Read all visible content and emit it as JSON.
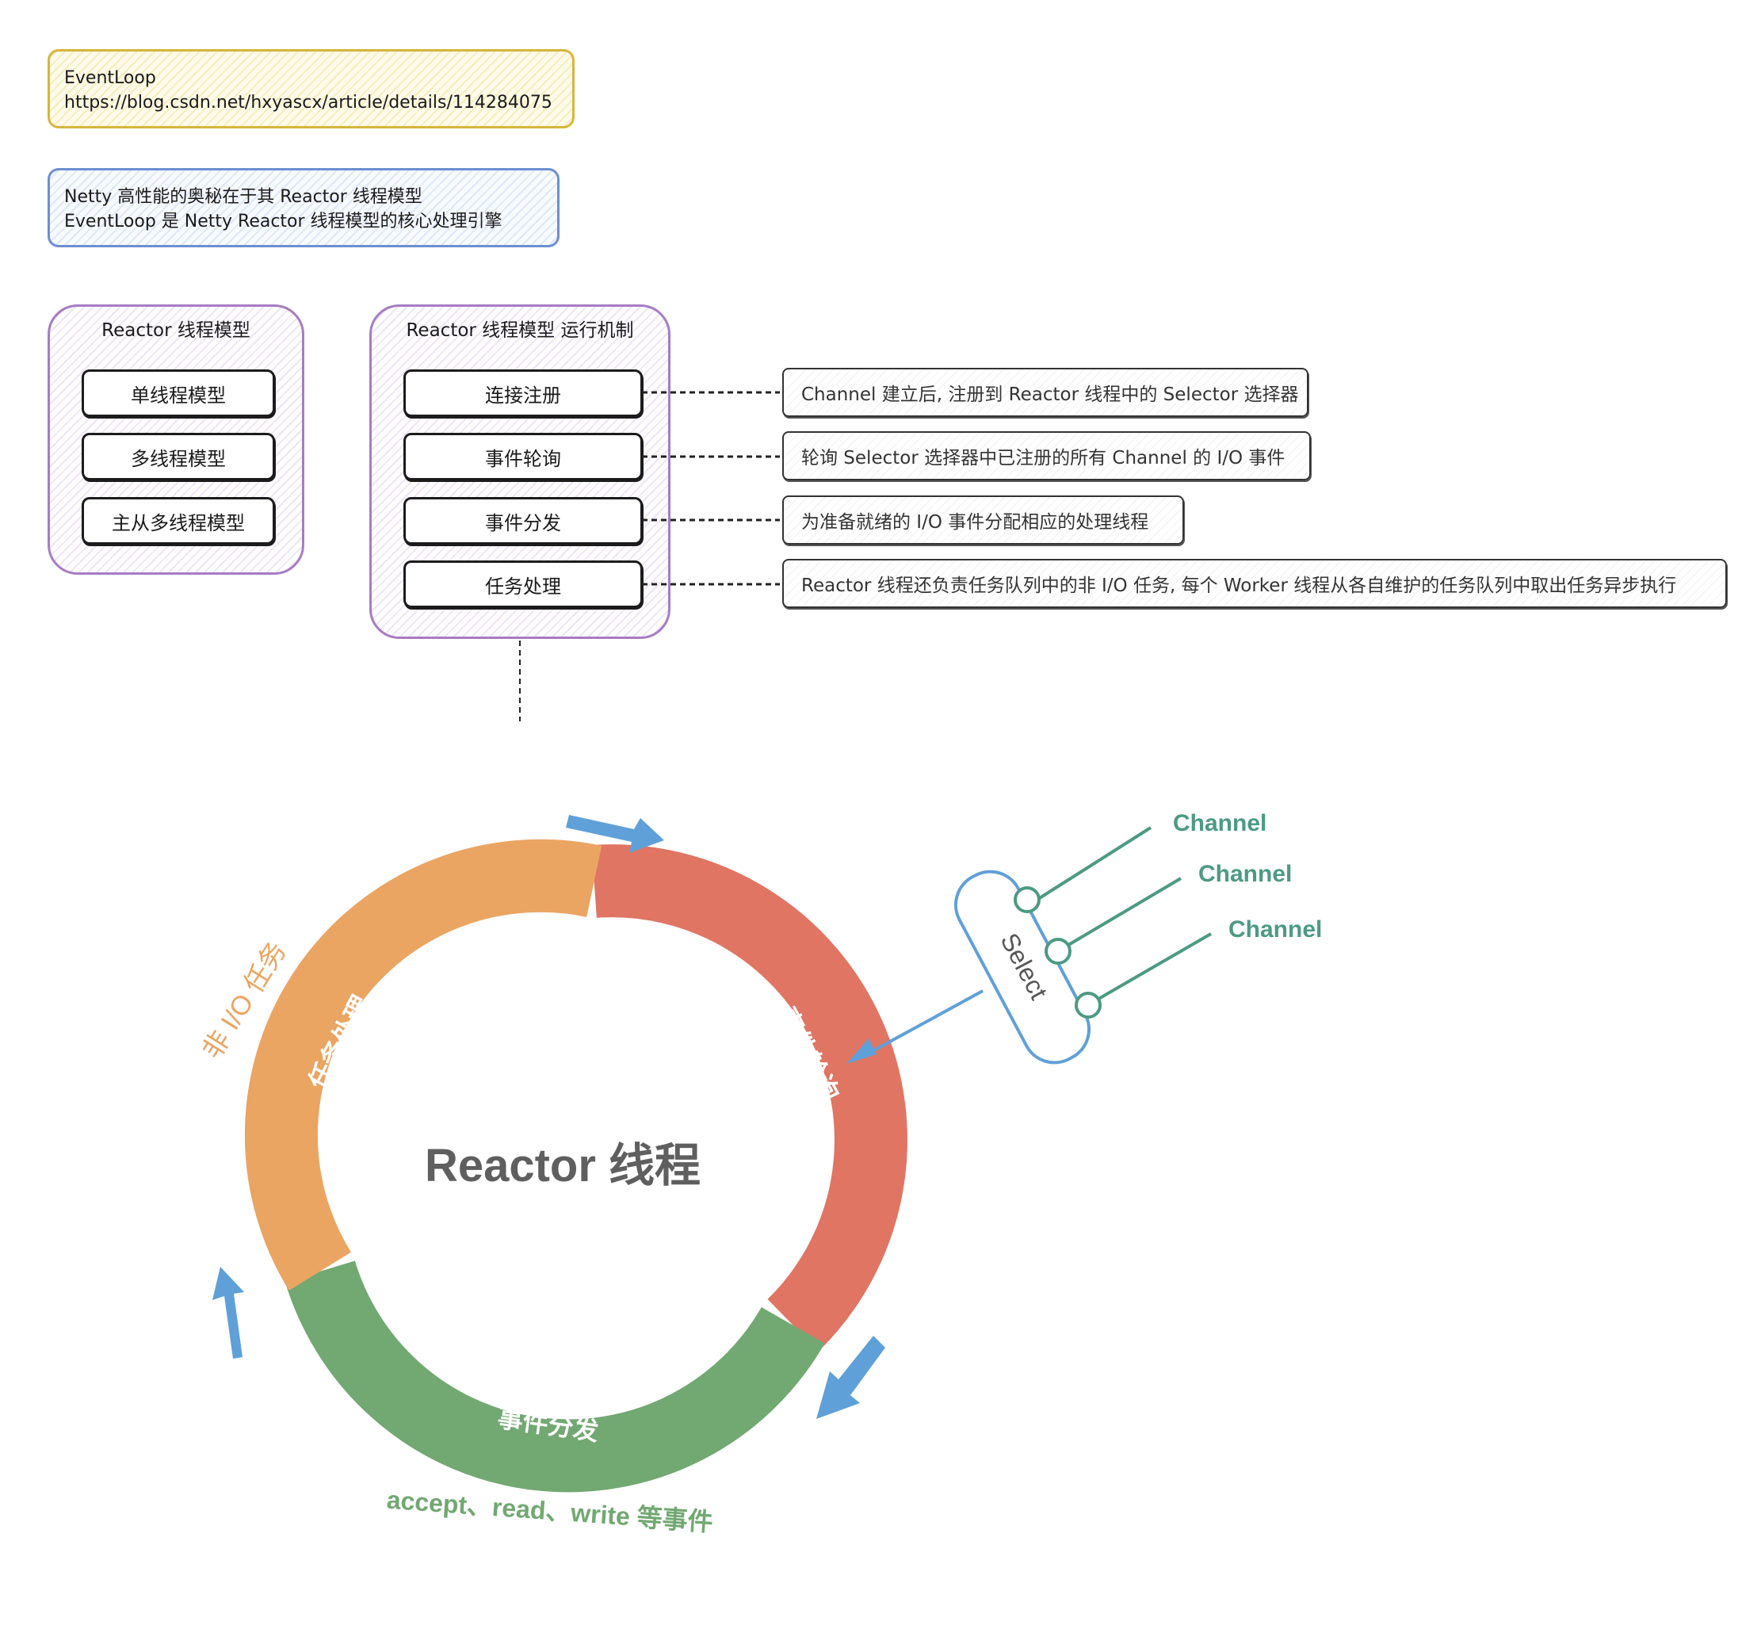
{
  "notes": {
    "eventloop": {
      "line1": "EventLoop",
      "line2": "https://blog.csdn.net/hxyascx/article/details/114284075"
    },
    "summary": {
      "line1": "Netty 高性能的奥秘在于其 Reactor 线程模型",
      "line2": "EventLoop 是 Netty Reactor 线程模型的核心处理引擎"
    }
  },
  "models": {
    "title": "Reactor 线程模型",
    "items": [
      "单线程模型",
      "多线程模型",
      "主从多线程模型"
    ]
  },
  "mechanism": {
    "title": "Reactor 线程模型 运行机制",
    "steps": [
      {
        "label": "连接注册",
        "desc": "Channel 建立后, 注册到 Reactor 线程中的 Selector 选择器"
      },
      {
        "label": "事件轮询",
        "desc": "轮询 Selector 选择器中已注册的所有 Channel 的 I/O 事件"
      },
      {
        "label": "事件分发",
        "desc": "为准备就绪的 I/O 事件分配相应的处理线程"
      },
      {
        "label": "任务处理",
        "desc": "Reactor 线程还负责任务队列中的非 I/O 任务, 每个 Worker 线程从各自维护的任务队列中取出任务异步执行"
      }
    ]
  },
  "cycle": {
    "center": "Reactor 线程",
    "segments": {
      "poll": "事件轮询",
      "dispatch": "事件分发",
      "task": "任务处理"
    },
    "outer_left": "非 I/O 任务",
    "bottom": "accept、read、write 等事件",
    "selector": "Select",
    "channels": [
      "Channel",
      "Channel",
      "Channel"
    ],
    "colors": {
      "poll": "#e07563",
      "dispatch": "#72a872",
      "task": "#eaa563",
      "arrow": "#5fa0d8",
      "channel": "#4c9a83"
    }
  }
}
